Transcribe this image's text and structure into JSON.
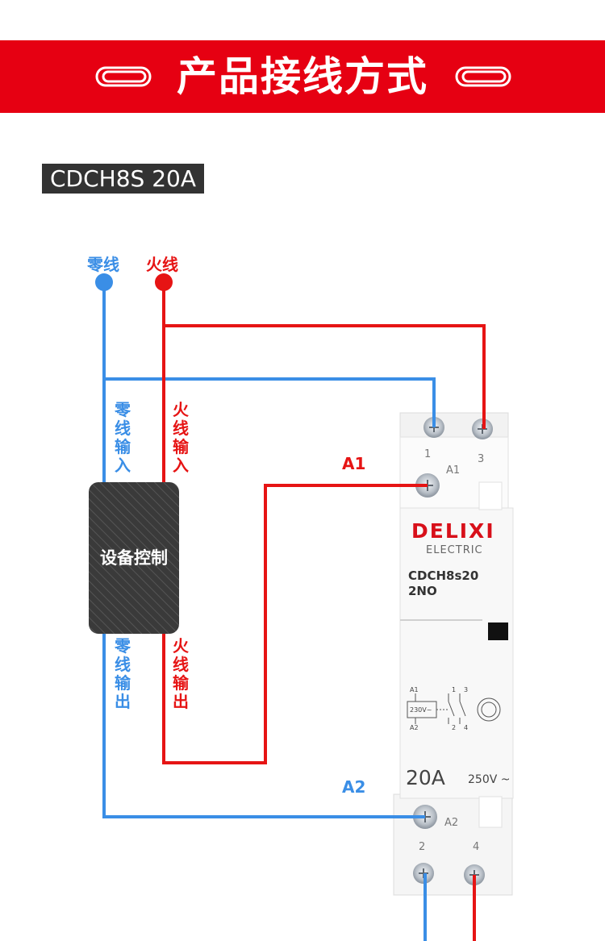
{
  "header": {
    "title": "产品接线方式"
  },
  "model_tag": "CDCH8S 20A",
  "wires": {
    "neutral": "零线",
    "live": "火线",
    "neutral_in": "零线输入",
    "live_in": "火线输入",
    "neutral_out": "零线输出",
    "live_out": "火线输出"
  },
  "control_box": {
    "label": "设备控制"
  },
  "coil_labels": {
    "a1": "A1",
    "a2": "A2"
  },
  "device": {
    "brand": "DELIXI",
    "brand_sub": "ELECTRIC",
    "model": "CDCH8s20",
    "poles": "2NO",
    "rating": "20A",
    "voltage": "250V ~",
    "terminals": {
      "t1": "1",
      "t3": "3",
      "t2": "2",
      "t4": "4",
      "a1": "A1",
      "a2": "A2"
    },
    "schematic": {
      "a1": "A1",
      "a2": "A2",
      "coil_v": "230V~",
      "c1": "1",
      "c3": "3",
      "c2": "2",
      "c4": "4"
    }
  },
  "colors": {
    "banner": "#e60012",
    "live": "#e61414",
    "neutral": "#3a8ee6",
    "tag_bg": "#333333"
  }
}
